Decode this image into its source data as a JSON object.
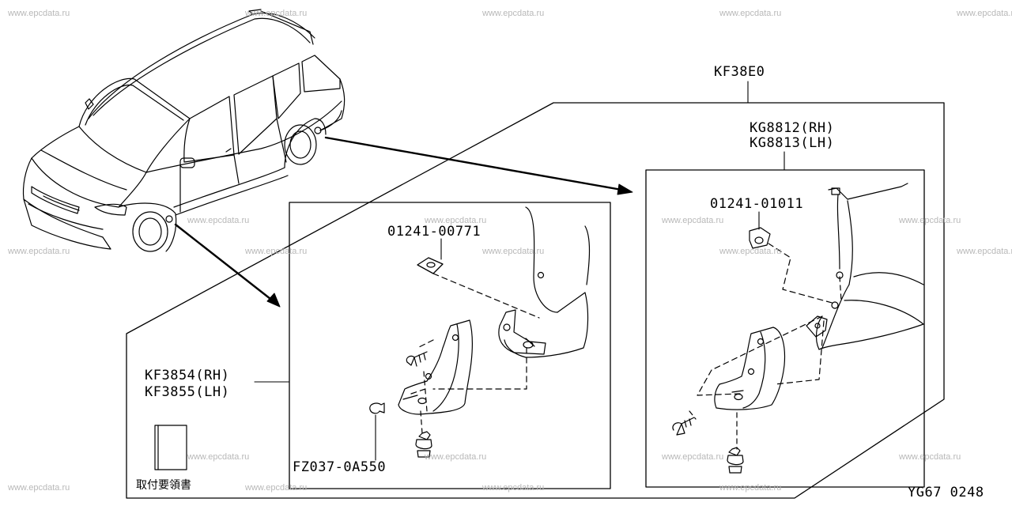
{
  "watermark": "www.epcdata.ru",
  "parts": {
    "kit_main": "KF38E0",
    "rear_rh": "KG8812(RH)",
    "rear_lh": "KG8813(LH)",
    "rear_clip": "01241-01011",
    "front_clip": "01241-00771",
    "front_rh": "KF3854(RH)",
    "front_lh": "KF3855(LH)",
    "front_rivet": "FZ037-0A550"
  },
  "instructions_label": "取付要領書",
  "diagram_code": "YG67 0248"
}
